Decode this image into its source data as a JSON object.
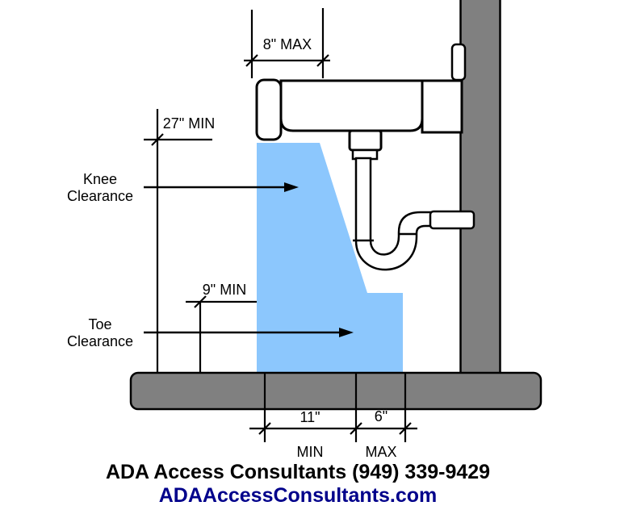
{
  "dimensions": {
    "d8": "8\" MAX",
    "d27": "27\" MIN",
    "d9": "9\" MIN",
    "d11_value": "11\"",
    "d11_qualifier": "MIN",
    "d6_value": "6\"",
    "d6_qualifier": "MAX"
  },
  "labels": {
    "knee_line1": "Knee",
    "knee_line2": "Clearance",
    "toe_line1": "Toe",
    "toe_line2": "Clearance"
  },
  "footer": {
    "company": "ADA Access Consultants (949) 339-9429",
    "website": "ADAAccessConsultants.com"
  },
  "colors": {
    "clearance_fill": "#8CC7FD",
    "structure_gray": "#808080",
    "outline": "#000000",
    "website_text": "#00008B"
  }
}
